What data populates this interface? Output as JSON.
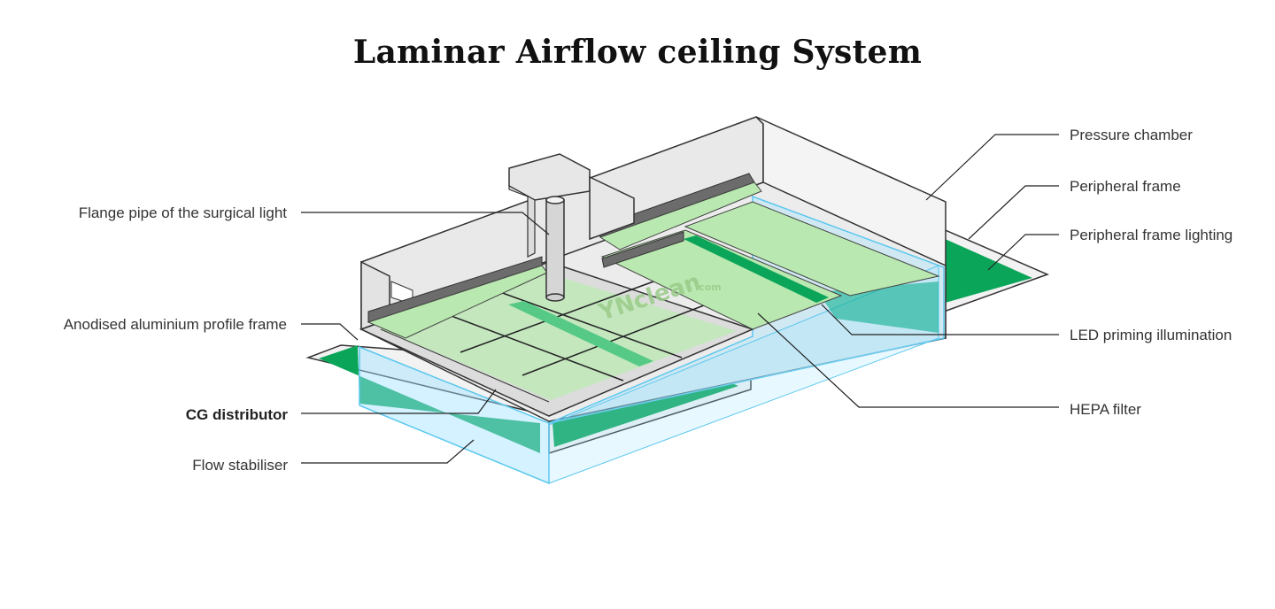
{
  "title": "Laminar Airflow ceiling System",
  "labels": {
    "flange_pipe": "Flange pipe of the surgical light",
    "anodised_frame": "Anodised aluminium profile frame",
    "cg_distributor": "CG distributor",
    "flow_stabiliser": "Flow stabiliser",
    "pressure_chamber": "Pressure chamber",
    "peripheral_frame": "Peripheral frame",
    "peripheral_lighting": "Peripheral frame lighting",
    "led_priming": "LED priming illumination",
    "hepa_filter": "HEPA filter"
  },
  "watermark": {
    "text": "YNclean",
    "suffix": ".com"
  },
  "colors": {
    "green_dark": "#0ba55a",
    "green_light": "#b9e8b0",
    "glass_blue": "#9fe3ff",
    "frame_gray": "#e6e6e6",
    "bar_dark": "#6c6c6c"
  }
}
